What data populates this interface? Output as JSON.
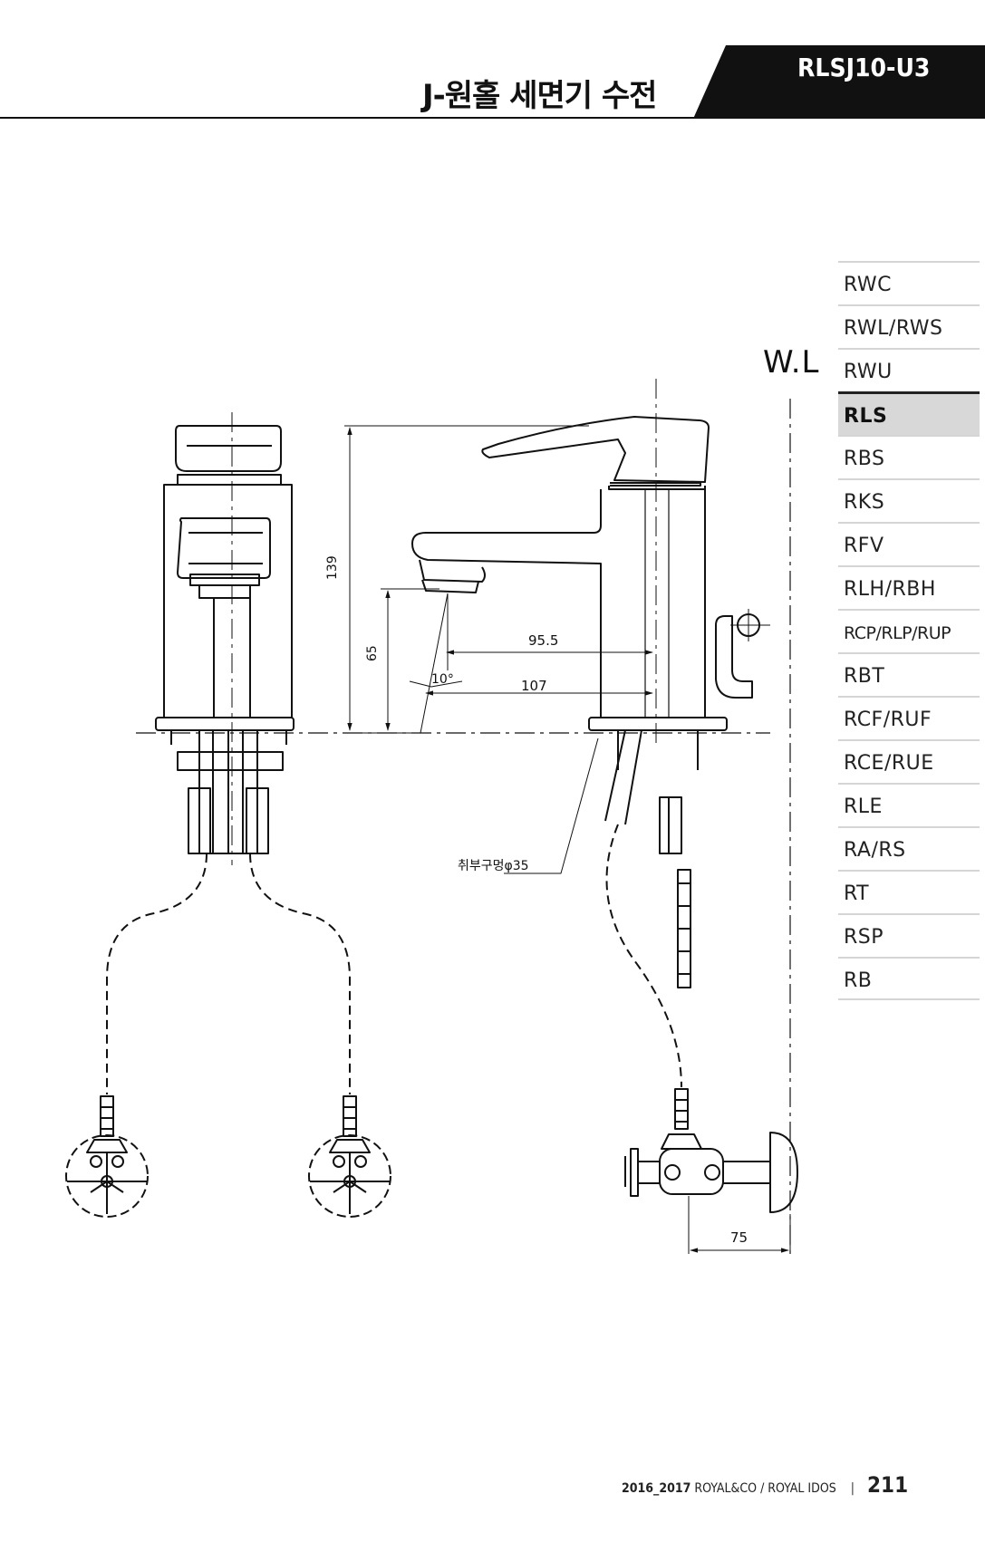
{
  "header": {
    "title": "J-원홀 세면기 수전",
    "model_code": "RLSJ10-U3"
  },
  "nav": {
    "items": [
      {
        "label": "RWC"
      },
      {
        "label": "RWL/RWS"
      },
      {
        "label": "RWU"
      },
      {
        "label": "RLS",
        "active": true
      },
      {
        "label": "RBS"
      },
      {
        "label": "RKS"
      },
      {
        "label": "RFV"
      },
      {
        "label": "RLH/RBH"
      },
      {
        "label": "RCP/RLP/RUP"
      },
      {
        "label": "RBT"
      },
      {
        "label": "RCF/RUF"
      },
      {
        "label": "RCE/RUE"
      },
      {
        "label": "RLE"
      },
      {
        "label": "RA/RS"
      },
      {
        "label": "RT"
      },
      {
        "label": "RSP"
      },
      {
        "label": "RB"
      }
    ]
  },
  "drawing": {
    "wall_line_label": "W.L",
    "dim_height_total": "139",
    "dim_spout_height": "65",
    "dim_reach_1": "95.5",
    "dim_reach_2": "107",
    "angle_label": "10°",
    "hole_note": "취부구멍φ35",
    "dim_valve_depth": "75"
  },
  "footer": {
    "year": "2016_2017",
    "brand": "ROYAL&CO / ROYAL IDOS",
    "separator": "|",
    "page_number": "211"
  }
}
